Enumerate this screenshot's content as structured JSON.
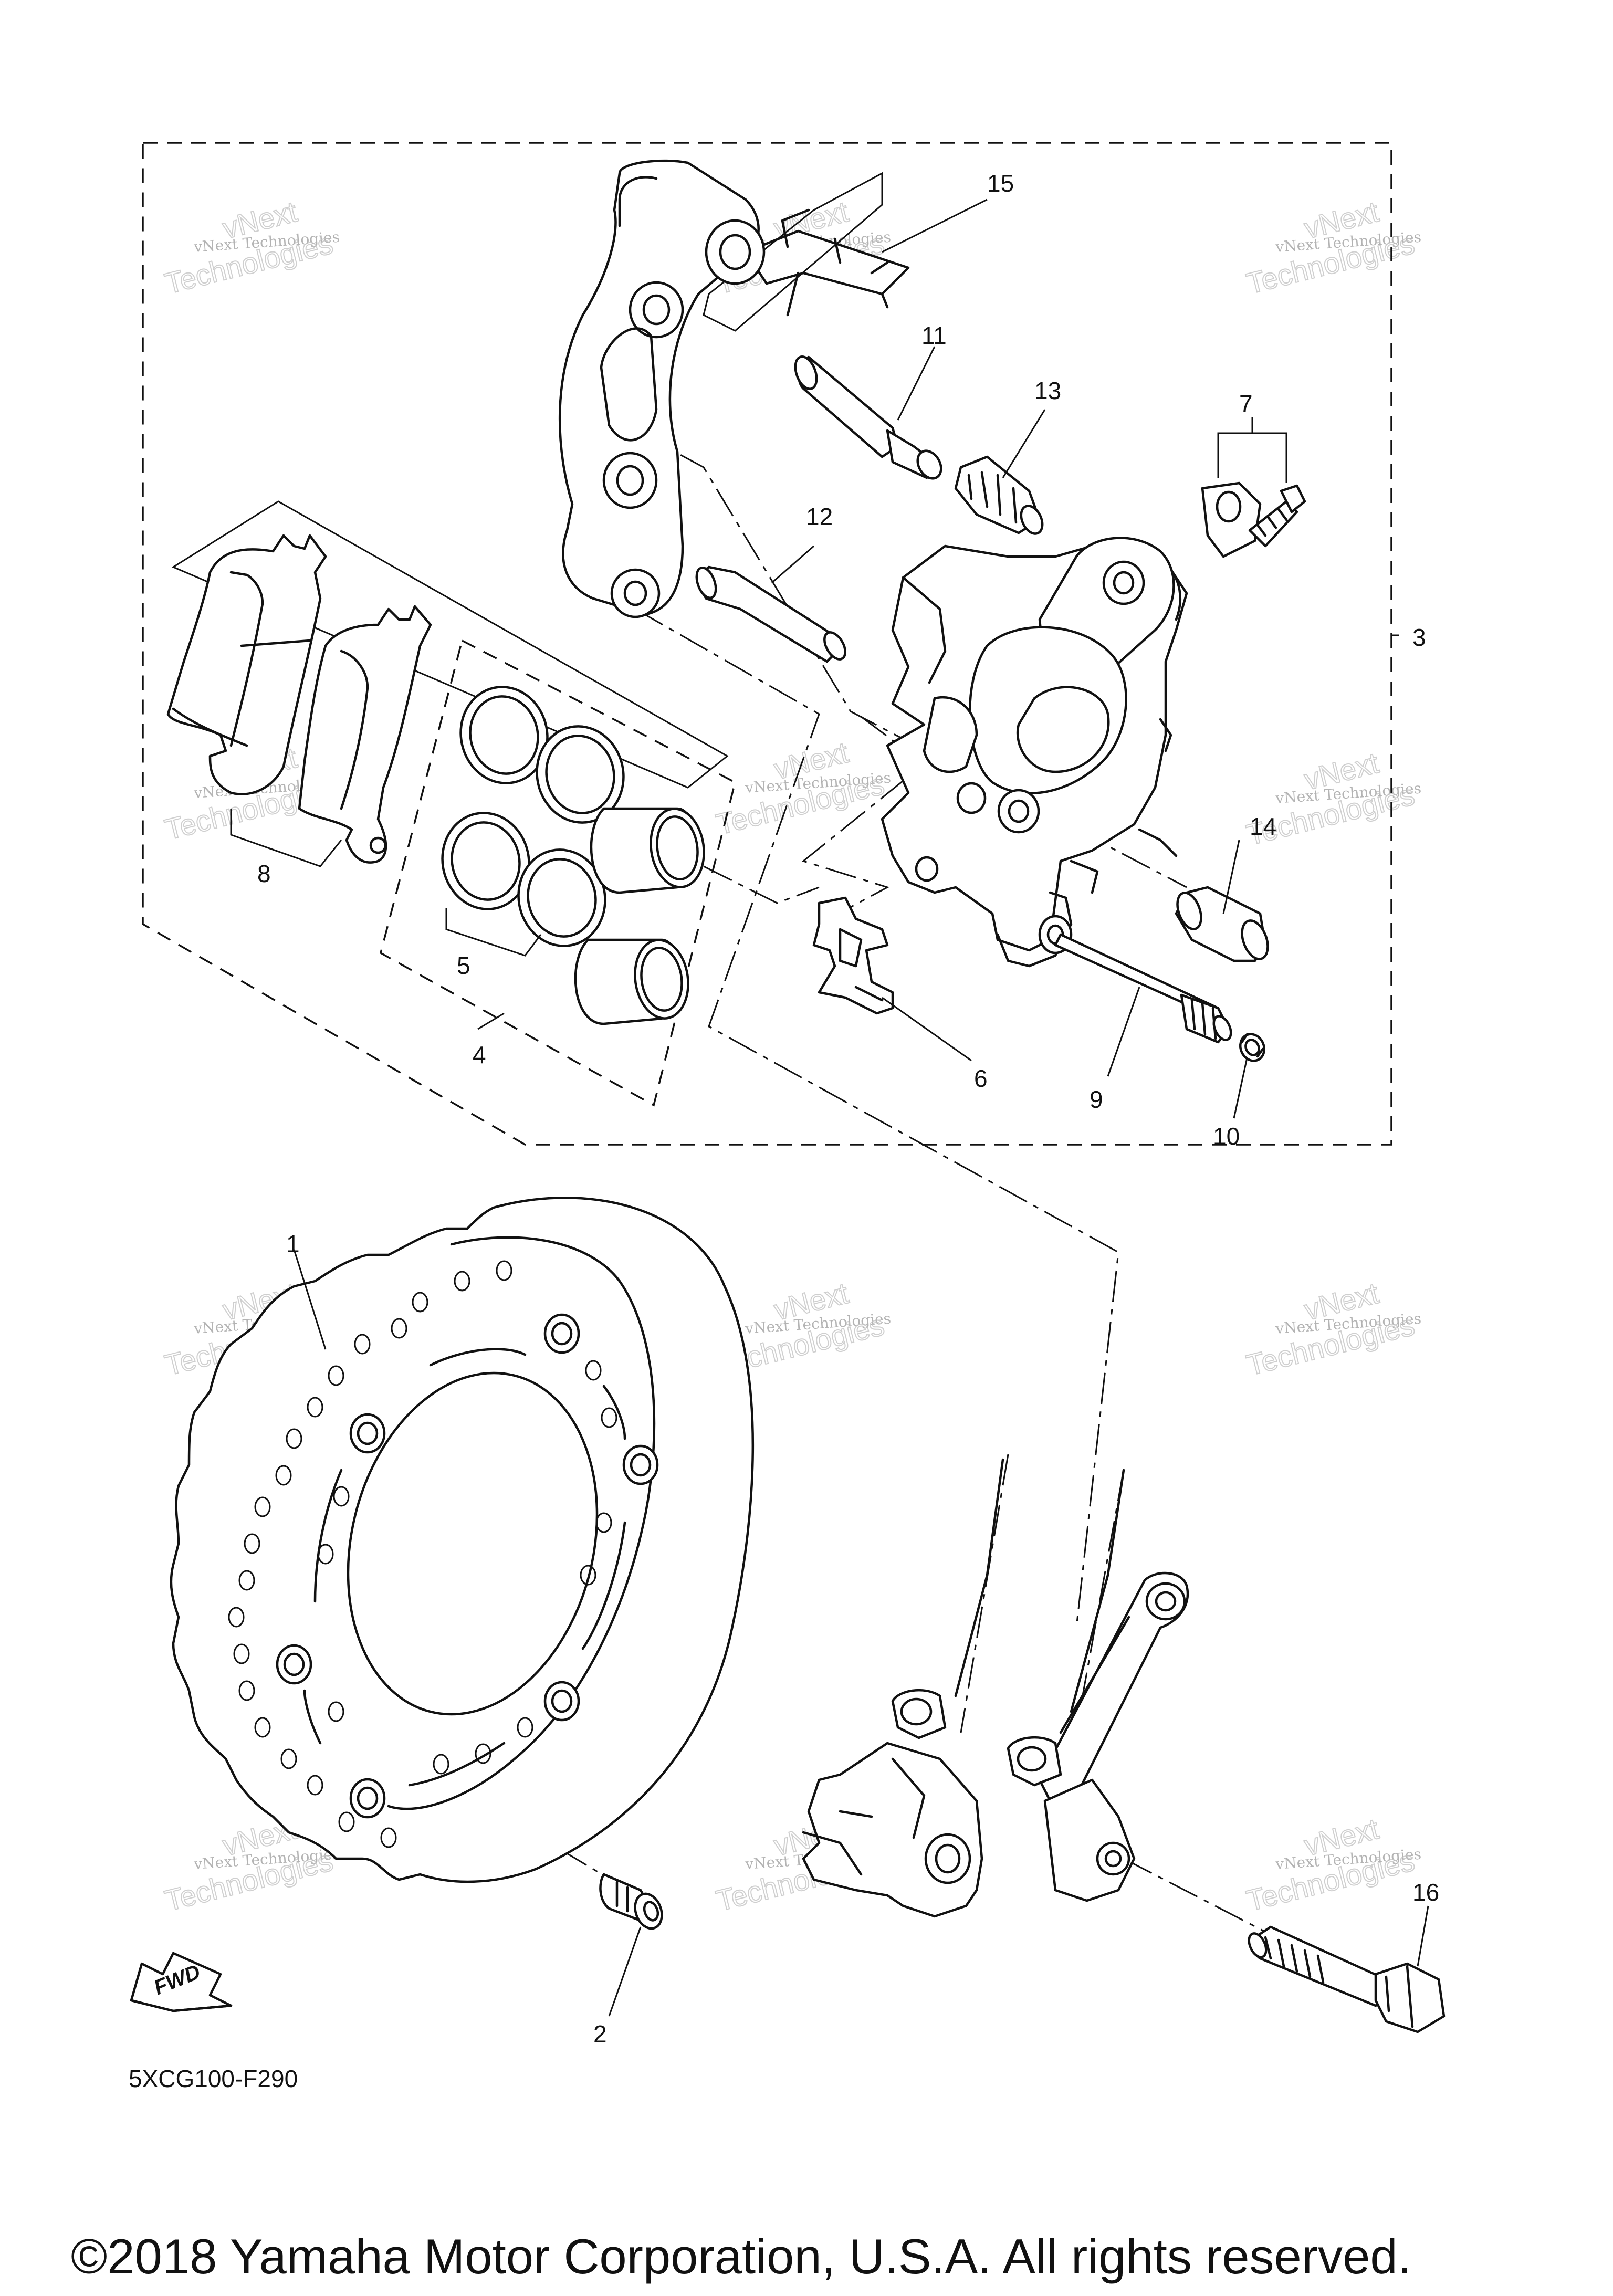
{
  "callouts": {
    "c1": "1",
    "c2": "2",
    "c3": "3",
    "c4": "4",
    "c5": "5",
    "c6": "6",
    "c7": "7",
    "c8": "8",
    "c9": "9",
    "c10": "10",
    "c11": "11",
    "c12": "12",
    "c13": "13",
    "c14": "14",
    "c15": "15",
    "c16": "16"
  },
  "watermark": {
    "line1": "vNext Technologies",
    "line2": "vNext",
    "line3": "Technologies"
  },
  "badge": {
    "fwd": "FWD"
  },
  "diagram_code": "5XCG100-F290",
  "copyright": "©2018 Yamaha Motor Corporation, U.S.A. All rights reserved."
}
